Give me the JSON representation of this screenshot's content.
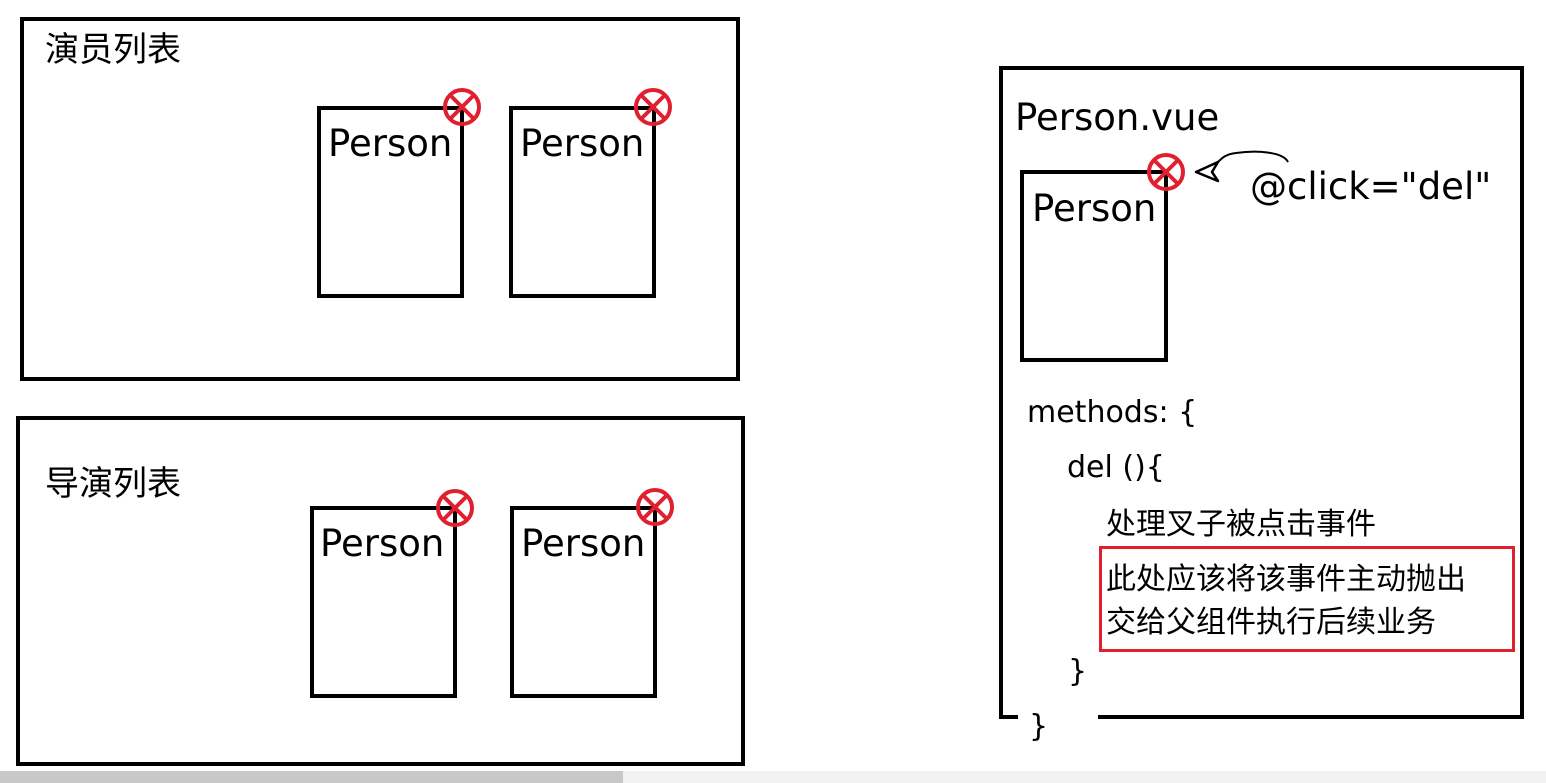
{
  "left": {
    "actors": {
      "title": "演员列表",
      "cards": [
        {
          "label": "Person"
        },
        {
          "label": "Person"
        }
      ]
    },
    "directors": {
      "title": "导演列表",
      "cards": [
        {
          "label": "Person"
        },
        {
          "label": "Person"
        }
      ]
    }
  },
  "right": {
    "title": "Person.vue",
    "card": {
      "label": "Person"
    },
    "annotation": "@click=\"del\"",
    "code": {
      "methods_open": "methods: {",
      "del_open": "del (){",
      "handle_line": "处理叉子被点击事件",
      "highlight_line1": "此处应该将该事件主动抛出",
      "highlight_line2": "交给父组件执行后续业务",
      "del_close": "}",
      "methods_close": "}"
    }
  },
  "colors": {
    "stroke": "#000000",
    "delete_icon": "#e0202f",
    "highlight_border": "#e0202f"
  },
  "icons": {
    "delete": "close-circle-icon"
  }
}
